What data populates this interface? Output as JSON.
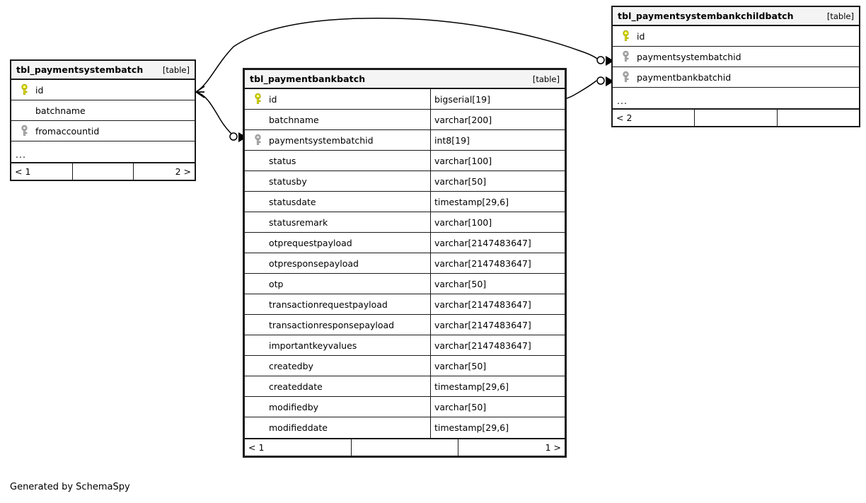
{
  "diagram": {
    "caption": "Generated by SchemaSpy",
    "table_tag": "[table]",
    "ellipsis": "...",
    "colors": {
      "primary_key": "#e6e600",
      "foreign_key": "#b3b3b3",
      "border": "#1a1a1a",
      "header_bg": "#f4f4f4",
      "background": "#ffffff"
    }
  },
  "tables": {
    "paymentsystembatch": {
      "name": "tbl_paymentsystembatch",
      "tag": "[table]",
      "columns": [
        {
          "key": "primary",
          "name": "id"
        },
        {
          "key": "none",
          "name": "batchname"
        },
        {
          "key": "foreign",
          "name": "fromaccountid"
        }
      ],
      "more_indicator": "...",
      "footer": {
        "left": "< 1",
        "middle": "",
        "right": "2 >"
      }
    },
    "paymentbankbatch": {
      "name": "tbl_paymentbankbatch",
      "tag": "[table]",
      "columns": [
        {
          "key": "primary",
          "name": "id",
          "type": "bigserial[19]"
        },
        {
          "key": "none",
          "name": "batchname",
          "type": "varchar[200]"
        },
        {
          "key": "foreign",
          "name": "paymentsystembatchid",
          "type": "int8[19]"
        },
        {
          "key": "none",
          "name": "status",
          "type": "varchar[100]"
        },
        {
          "key": "none",
          "name": "statusby",
          "type": "varchar[50]"
        },
        {
          "key": "none",
          "name": "statusdate",
          "type": "timestamp[29,6]"
        },
        {
          "key": "none",
          "name": "statusremark",
          "type": "varchar[100]"
        },
        {
          "key": "none",
          "name": "otprequestpayload",
          "type": "varchar[2147483647]"
        },
        {
          "key": "none",
          "name": "otpresponsepayload",
          "type": "varchar[2147483647]"
        },
        {
          "key": "none",
          "name": "otp",
          "type": "varchar[50]"
        },
        {
          "key": "none",
          "name": "transactionrequestpayload",
          "type": "varchar[2147483647]"
        },
        {
          "key": "none",
          "name": "transactionresponsepayload",
          "type": "varchar[2147483647]"
        },
        {
          "key": "none",
          "name": "importantkeyvalues",
          "type": "varchar[2147483647]"
        },
        {
          "key": "none",
          "name": "createdby",
          "type": "varchar[50]"
        },
        {
          "key": "none",
          "name": "createddate",
          "type": "timestamp[29,6]"
        },
        {
          "key": "none",
          "name": "modifiedby",
          "type": "varchar[50]"
        },
        {
          "key": "none",
          "name": "modifieddate",
          "type": "timestamp[29,6]"
        }
      ],
      "footer": {
        "left": "< 1",
        "middle": "",
        "right": "1 >"
      }
    },
    "paymentsystembankchildbatch": {
      "name": "tbl_paymentsystembankchildbatch",
      "tag": "[table]",
      "columns": [
        {
          "key": "primary",
          "name": "id"
        },
        {
          "key": "foreign",
          "name": "paymentsystembatchid"
        },
        {
          "key": "foreign",
          "name": "paymentbankbatchid"
        }
      ],
      "more_indicator": "...",
      "footer": {
        "left": "< 2",
        "middle": "",
        "right": ""
      }
    }
  },
  "relationships": [
    {
      "name": "paymentsystembatch-to-paymentbankbatch",
      "from_table": "tbl_paymentsystembatch",
      "from_column": "id",
      "to_table": "tbl_paymentbankbatch",
      "to_column": "paymentsystembatchid",
      "cardinality": "one-to-zero-or-many"
    },
    {
      "name": "paymentsystembatch-to-paymentsystembankchildbatch",
      "from_table": "tbl_paymentsystembatch",
      "from_column": "id",
      "to_table": "tbl_paymentsystembankchildbatch",
      "to_column": "paymentsystembatchid",
      "cardinality": "one-to-zero-or-many"
    },
    {
      "name": "paymentbankbatch-to-paymentsystembankchildbatch",
      "from_table": "tbl_paymentbankbatch",
      "from_column": "id",
      "to_table": "tbl_paymentsystembankchildbatch",
      "to_column": "paymentbankbatchid",
      "cardinality": "one-to-zero-or-many"
    }
  ]
}
